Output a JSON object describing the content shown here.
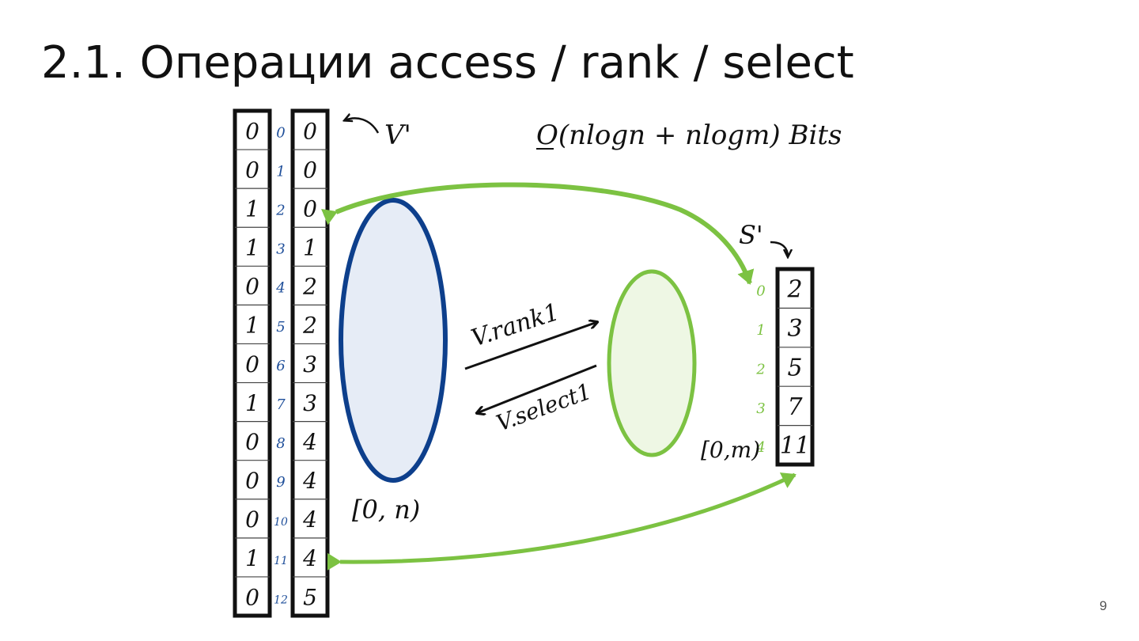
{
  "slide": {
    "title": "2.1. Операции access / rank / select",
    "page_number": "9"
  },
  "diagram": {
    "bits_column": [
      "0",
      "0",
      "1",
      "1",
      "0",
      "1",
      "0",
      "1",
      "0",
      "0",
      "0",
      "1",
      "0"
    ],
    "index_labels": [
      "0",
      "1",
      "2",
      "3",
      "4",
      "5",
      "6",
      "7",
      "8",
      "9",
      "10",
      "11",
      "12"
    ],
    "rank_column": [
      "0",
      "0",
      "0",
      "1",
      "2",
      "2",
      "3",
      "3",
      "4",
      "4",
      "4",
      "4",
      "5"
    ],
    "v_prime_label": "V'",
    "complexity_label": "O(nlogn + nlogm) Bits",
    "domain_label": "[0, n)",
    "rank_arrow_label": "V.rank1",
    "select_arrow_label": "V.select1",
    "s_prime_label": "S'",
    "s_index_labels": [
      "0",
      "1",
      "2",
      "3",
      "4"
    ],
    "s_column": [
      "2",
      "3",
      "5",
      "7",
      "11"
    ],
    "range_label": "[0,m)",
    "colors": {
      "blue_index": "#1f4f9a",
      "blue_ellipse_stroke": "#0d3f8c",
      "blue_ellipse_fill": "#e6ecf6",
      "green": "#7cc242",
      "green_ellipse_fill": "#eef7e4",
      "ink": "#111111"
    }
  }
}
